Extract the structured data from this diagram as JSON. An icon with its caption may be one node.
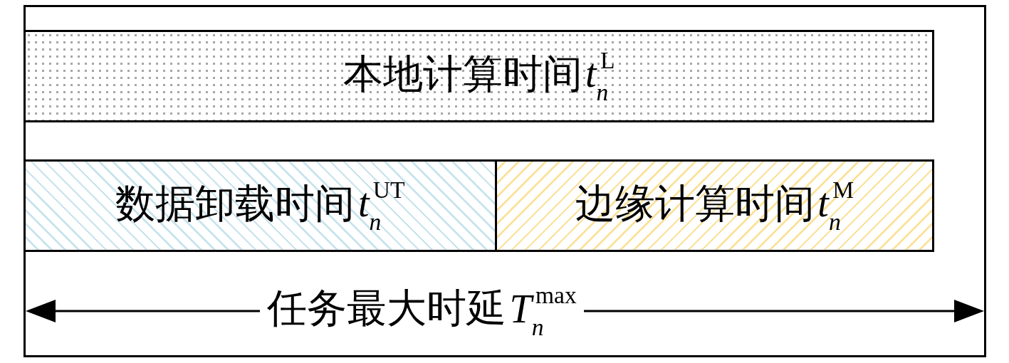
{
  "diagram": {
    "nodes": [
      {
        "text": [
          "本地计算时间t$_{n}$$^{L}$"
        ]
      },
      {
        "text": [
          "数据卸载时间t$_{n}$$^{UT}$"
        ]
      },
      {
        "text": [
          "边缘计算时间t$_{n}$$^{M}$"
        ]
      }
    ],
    "labels": [
      "任务最大时延T$_{n}$$^{max}$"
    ]
  }
}
